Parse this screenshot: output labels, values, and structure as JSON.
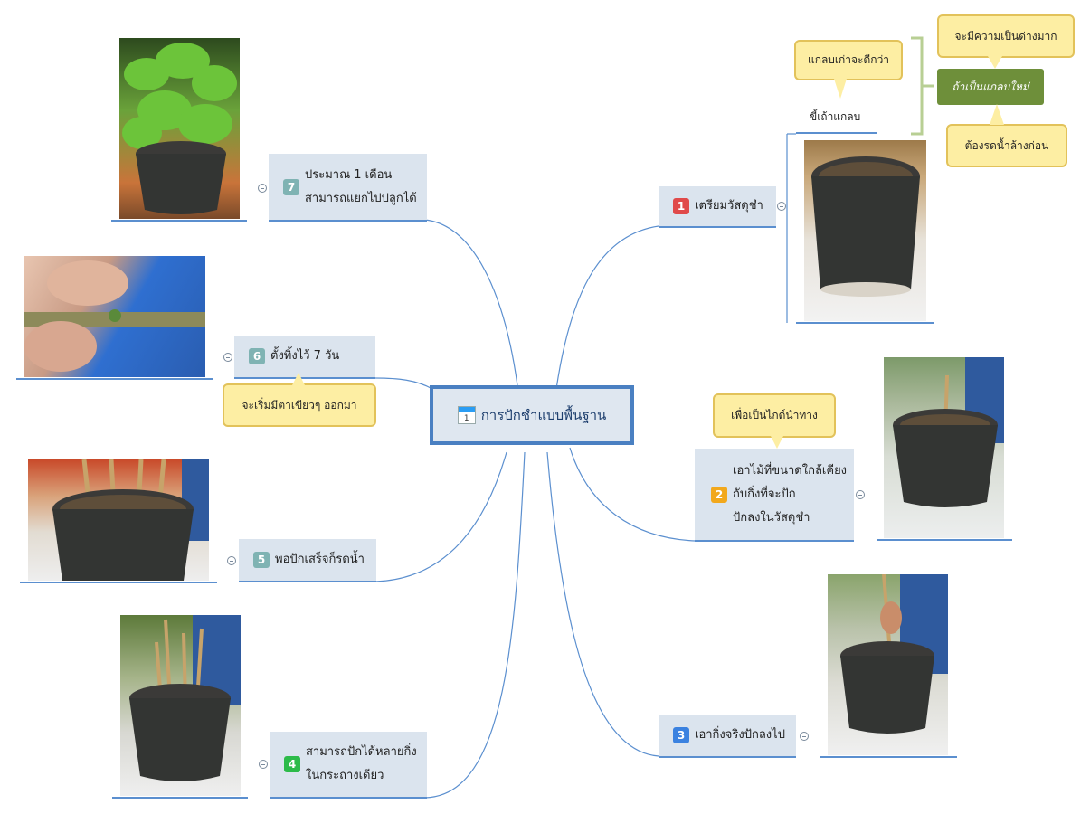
{
  "central": {
    "title": "การปักชำแบบพื้นฐาน",
    "icon": "calendar-icon",
    "icon_day": "1"
  },
  "topics": [
    {
      "num": "1",
      "num_color": "#e04a4a",
      "lines": [
        "เตรียมวัสดุชำ"
      ]
    },
    {
      "num": "2",
      "num_color": "#f2a81c",
      "lines": [
        "เอาไม้ที่ขนาดใกล้เคียง",
        "กับกิ่งที่จะปัก",
        "ปักลงในวัสดุชำ"
      ]
    },
    {
      "num": "3",
      "num_color": "#3b82e0",
      "lines": [
        "เอากิ่งจริงปักลงไป"
      ]
    },
    {
      "num": "4",
      "num_color": "#2dbb4a",
      "lines": [
        "สามารถปักได้หลายกิ่ง",
        "ในกระถางเดียว"
      ]
    },
    {
      "num": "5",
      "num_color": "#7fb3b3",
      "lines": [
        "พอปักเสร็จก็รดน้ำ"
      ]
    },
    {
      "num": "6",
      "num_color": "#7fb3b3",
      "lines": [
        "ตั้งทิ้งไว้ 7 วัน"
      ]
    },
    {
      "num": "7",
      "num_color": "#7fb3b3",
      "lines": [
        "ประมาณ 1 เดือน",
        "สามารถแยกไปปลูกได้"
      ]
    }
  ],
  "sub": {
    "husk_ash": "ขี้เถ้าแกลบ",
    "old_husk_better": "แกลบเก่าจะดีกว่า",
    "if_new_husk": "ถ้าเป็นแกลบใหม่",
    "very_alkaline": "จะมีความเป็นด่างมาก",
    "wash_first": "ต้องรดน้ำล้างก่อน",
    "as_guide": "เพื่อเป็นไกด์นำทาง",
    "green_buds": "จะเริ่มมีตาเขียวๆ ออกมา"
  },
  "colors": {
    "link": "#5b8fcf",
    "topic_bg": "#dbe4ee",
    "callout_bg": "#fdeea3",
    "callout_border": "#e2c25a",
    "green_box": "#6e8f3a",
    "bracket": "#b8cf94"
  }
}
